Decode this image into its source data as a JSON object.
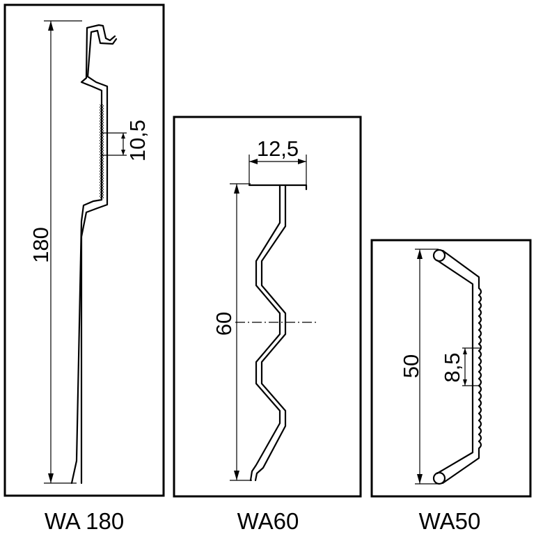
{
  "profiles": [
    {
      "caption": "WA 180",
      "overall_dimension": "180",
      "detail_dimension": "10,5"
    },
    {
      "caption": "WA60",
      "overall_dimension": "60",
      "detail_dimension": "12,5"
    },
    {
      "caption": "WA50",
      "overall_dimension": "50",
      "detail_dimension": "8,5"
    }
  ],
  "colors": {
    "line": "#000000",
    "background": "#ffffff"
  }
}
